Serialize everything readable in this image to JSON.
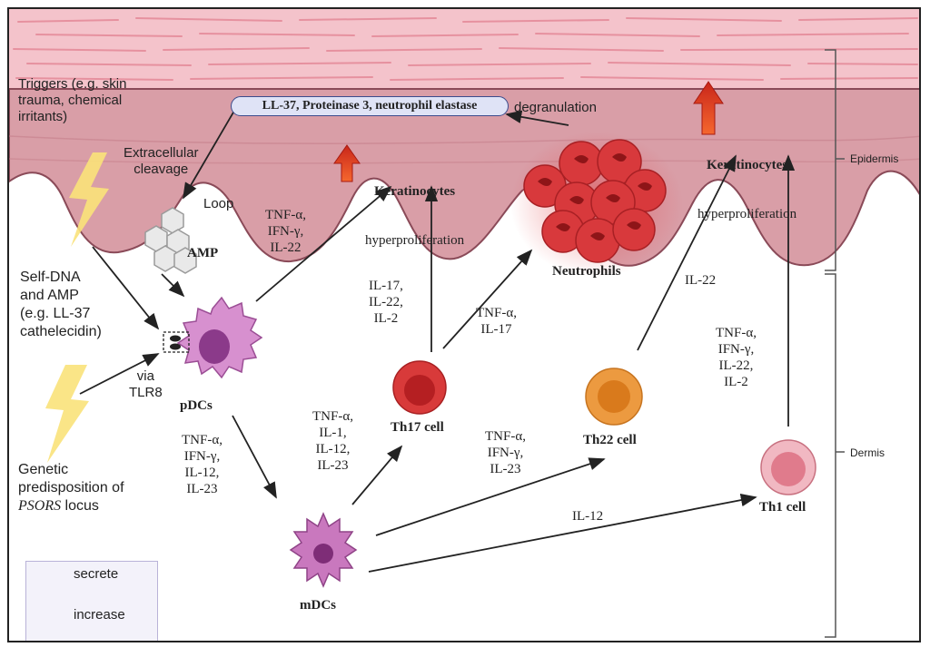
{
  "triggers": "Triggers (e.g. skin\ntrauma, chemical\nirritants)",
  "extracellular_cleavage": "Extracellular\ncleavage",
  "loop": "Loop",
  "amp": "AMP",
  "antimicrobial_box": "LL-37, Proteinase 3, neutrophil elastase",
  "degranulation": "degranulation",
  "keratinocytes_left": {
    "title": "Keratinocytes",
    "subtitle": "hyperproliferation"
  },
  "keratinocytes_right": {
    "title": "Keratinocytes",
    "subtitle": "hyperproliferation"
  },
  "neutrophils": "Neutrophils",
  "self_dna": "Self-DNA\nand AMP\n(e.g. LL-37\ncathelecidin)",
  "via_tlr8": "via\nTLR8",
  "pdcs": "pDCs",
  "mdcs": "mDCs",
  "genetic": "Genetic\npredisposition of",
  "psors": "PSORS",
  "locus": " locus",
  "pdc_to_ker": "TNF-α,\nIFN-γ,\nIL-22",
  "pdc_to_mdc": "TNF-α,\nIFN-γ,\nIL-12,\nIL-23",
  "th17_to_ker": "IL-17,\nIL-22,\nIL-2",
  "th17_to_neut": "TNF-α,\nIL-17",
  "mdc_to_th17": "TNF-α,\nIL-1,\nIL-12,\nIL-23",
  "mdc_to_th22": "TNF-α,\nIFN-γ,\nIL-23",
  "mdc_to_th1": "IL-12",
  "th22_to_ker": "IL-22",
  "th1_to_ker": "TNF-α,\nIFN-γ,\nIL-22,\nIL-2",
  "th17": "Th17 cell",
  "th22": "Th22 cell",
  "th1": "Th1 cell",
  "epidermis": "Epidermis",
  "dermis": "Dermis",
  "legend": {
    "secrete": "secrete",
    "increase": "increase"
  },
  "colors": {
    "skin_surface": "#eaa2ae",
    "epidermis": "#d79aa3",
    "arrow": "#222222",
    "increase_arrow": "#e8431f",
    "neutrophil": "#d8393c",
    "th17": "#d83a3a",
    "th22": "#ec9a40",
    "th1": "#e48a99",
    "dc": "#c978be",
    "lightning": "#f9e27a"
  }
}
